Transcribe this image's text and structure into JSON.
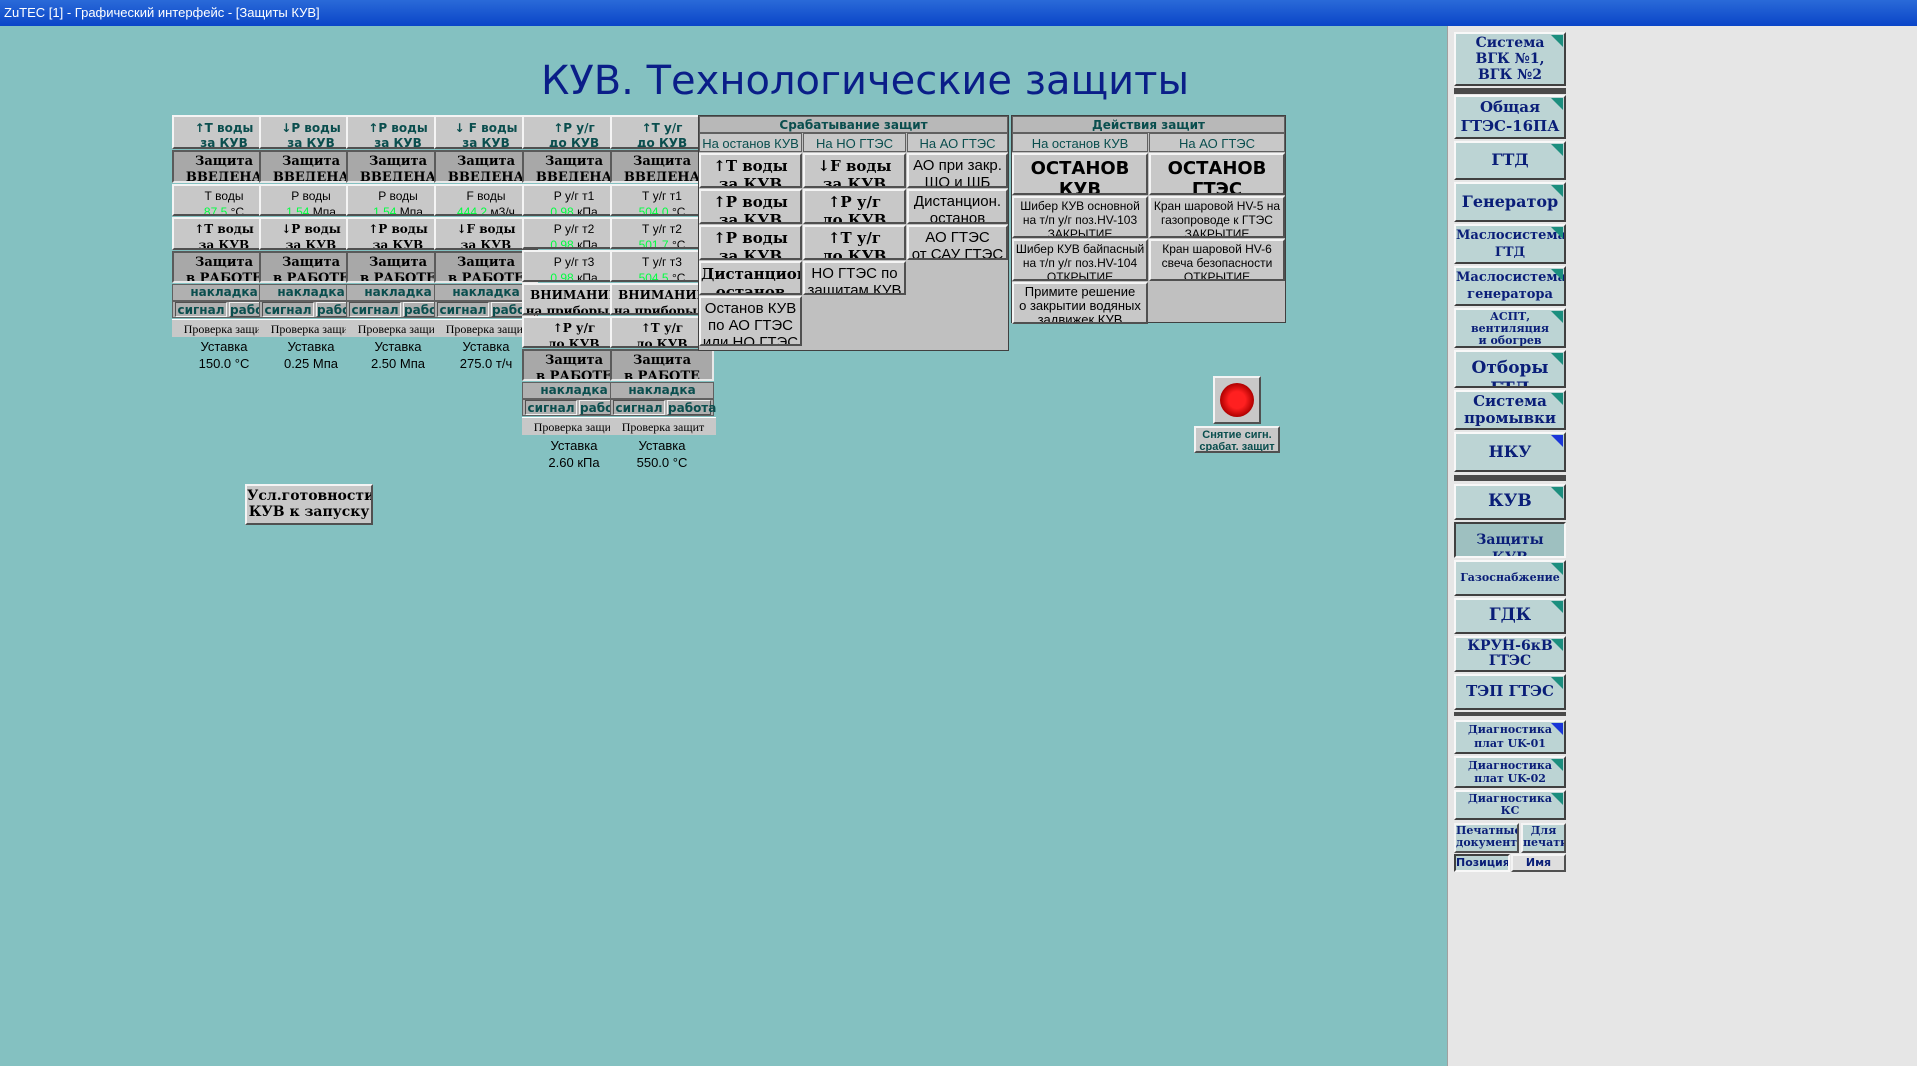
{
  "window": {
    "title": "ZuTEC [1] - Графический интерфейс - [Защиты КУВ]"
  },
  "page_title": "КУВ. Технологические защиты",
  "protections": [
    {
      "header": [
        "↑T воды",
        "за КУВ"
      ],
      "status1": [
        "Защита",
        "ВВЕДЕНА"
      ],
      "meas_label": "Т воды",
      "meas_value": "87.5",
      "meas_unit": "°С",
      "trip": [
        "↑T воды",
        "за КУВ"
      ],
      "status2": [
        "Защита",
        "в РАБОТЕ"
      ],
      "setpoint_label": "Уставка",
      "setpoint_value": "150.0",
      "setpoint_unit": "°С"
    },
    {
      "header": [
        "↓P воды",
        "за КУВ"
      ],
      "status1": [
        "Защита",
        "ВВЕДЕНА"
      ],
      "meas_label": "Р воды",
      "meas_value": "1.54",
      "meas_unit": "Мпа",
      "trip": [
        "↓P воды",
        "за КУВ"
      ],
      "status2": [
        "Защита",
        "в РАБОТЕ"
      ],
      "setpoint_label": "Уставка",
      "setpoint_value": "0.25",
      "setpoint_unit": "Мпа"
    },
    {
      "header": [
        "↑P воды",
        "за КУВ"
      ],
      "status1": [
        "Защита",
        "ВВЕДЕНА"
      ],
      "meas_label": "Р воды",
      "meas_value": "1.54",
      "meas_unit": "Мпа",
      "trip": [
        "↑P воды",
        "за КУВ"
      ],
      "status2": [
        "Защита",
        "в РАБОТЕ"
      ],
      "setpoint_label": "Уставка",
      "setpoint_value": "2.50",
      "setpoint_unit": "Мпа"
    },
    {
      "header": [
        "↓ F воды",
        "за КУВ"
      ],
      "status1": [
        "Защита",
        "ВВЕДЕНА"
      ],
      "meas_label": "F воды",
      "meas_value": "444.2",
      "meas_unit": "м3/ч",
      "trip": [
        "↓F воды",
        "за КУВ"
      ],
      "status2": [
        "Защита",
        "в РАБОТЕ"
      ],
      "setpoint_label": "Уставка",
      "setpoint_value": "275.0",
      "setpoint_unit": "т/ч"
    }
  ],
  "protections2": [
    {
      "header": [
        "↑P у/г",
        "до КУВ"
      ],
      "status1": [
        "Защита",
        "ВВЕДЕНА"
      ],
      "meas": [
        {
          "label": "Р у/г т1",
          "value": "0.98",
          "unit": "кПа"
        },
        {
          "label": "Р у/г т2",
          "value": "0.98",
          "unit": "кПа"
        },
        {
          "label": "Р у/г т3",
          "value": "0.98",
          "unit": "кПа"
        }
      ],
      "attention": [
        "ВНИМАНИЕ",
        "на приборы Р"
      ],
      "trip": [
        "↑P у/г",
        "до КУВ"
      ],
      "status2": [
        "Защита",
        "в РАБОТЕ"
      ],
      "setpoint_label": "Уставка",
      "setpoint_value": "2.60",
      "setpoint_unit": "кПа"
    },
    {
      "header": [
        "↑T у/г",
        "до КУВ"
      ],
      "status1": [
        "Защита",
        "ВВЕДЕНА"
      ],
      "meas": [
        {
          "label": "Т у/г т1",
          "value": "504.0",
          "unit": "°С"
        },
        {
          "label": "Т у/г т2",
          "value": "501.7",
          "unit": "°С"
        },
        {
          "label": "Т у/г т3",
          "value": "504.5",
          "unit": "°С"
        }
      ],
      "attention": [
        "ВНИМАНИЕ",
        "на приборы Т"
      ],
      "trip": [
        "↑T у/г",
        "до КУВ"
      ],
      "status2": [
        "Защита",
        "в РАБОТЕ"
      ],
      "setpoint_label": "Уставка",
      "setpoint_value": "550.0",
      "setpoint_unit": "°С"
    }
  ],
  "common": {
    "nakladka": "накладка",
    "signal": "сигнал",
    "rabota": "работа",
    "check": "Проверка защит"
  },
  "trip_section": {
    "title": "Срабатывание защит",
    "cols": [
      {
        "title": "На останов КУВ",
        "items": [
          [
            "↑T воды",
            "за КУВ"
          ],
          [
            "↑P воды",
            "за КУВ"
          ],
          [
            "↑P воды",
            "за КУВ"
          ],
          [
            "Дистанцион.",
            "останов КУВ"
          ],
          [
            "Останов КУВ",
            "по АО ГТЭС",
            "или НО ГТЭС"
          ]
        ]
      },
      {
        "title": "На НО ГТЭС",
        "items": [
          [
            "↓F воды",
            "за КУВ"
          ],
          [
            "↑P у/г",
            "до КУВ"
          ],
          [
            "↑T у/г",
            "до КУВ"
          ],
          [
            "НО ГТЭС по",
            "защитам КУВ"
          ]
        ]
      },
      {
        "title": "На АО ГТЭС",
        "items": [
          [
            "АО при закр.",
            "ШО и ШБ КУВ"
          ],
          [
            "Дистанцион.",
            "останов ГТЭС"
          ],
          [
            "АО ГТЭС",
            "от САУ ГТЭС"
          ]
        ]
      }
    ]
  },
  "action_section": {
    "title": "Действия защит",
    "cols": [
      {
        "title": "На останов КУВ",
        "main": [
          "ОСТАНОВ",
          "КУВ"
        ],
        "items": [
          [
            "Шибер КУВ основной",
            "на т/п у/г поз.HV-103",
            "ЗАКРЫТИЕ"
          ],
          [
            "Шибер КУВ байпасный",
            "на т/п у/г поз.HV-104",
            "ОТКРЫТИЕ"
          ],
          [
            "Примите решение",
            "о закрытии водяных",
            "задвижек КУВ"
          ]
        ]
      },
      {
        "title": "На АО ГТЭС",
        "main": [
          "ОСТАНОВ",
          "ГТЭС"
        ],
        "items": [
          [
            "Кран шаровой HV-5 на",
            "газопроводе к ГТЭС",
            "ЗАКРЫТИЕ"
          ],
          [
            "Кран шаровой HV-6",
            "свеча безопасности",
            "ОТКРЫТИЕ"
          ]
        ]
      }
    ]
  },
  "reset_button": {
    "label": [
      "Снятие сигн.",
      "срабат. защит"
    ]
  },
  "ready_button": {
    "label": [
      "Усл.готовности",
      "КУВ к запуску"
    ]
  },
  "nav": [
    {
      "label": [
        "Система",
        "ВГК №1,",
        "ВГК №2"
      ]
    },
    {
      "label": [
        "Общая",
        "ГТЭС-16ПА"
      ]
    },
    {
      "label": [
        "ГТД"
      ]
    },
    {
      "label": [
        "Генератор"
      ]
    },
    {
      "label": [
        "Маслосистема",
        "ГТД"
      ]
    },
    {
      "label": [
        "Маслосистема",
        "генератора"
      ]
    },
    {
      "label": [
        "АСПТ,",
        "вентиляция",
        "и обогрев"
      ]
    },
    {
      "label": [
        "Отборы ГТД"
      ]
    },
    {
      "label": [
        "Система",
        "промывки"
      ]
    },
    {
      "label": [
        "НКУ"
      ]
    },
    {
      "label": [
        "КУВ"
      ]
    },
    {
      "label": [
        "Защиты КУВ"
      ]
    },
    {
      "label": [
        "Газоснабжение"
      ]
    },
    {
      "label": [
        "ГДК"
      ]
    },
    {
      "label": [
        "КРУН-6кВ",
        "ГТЭС"
      ]
    },
    {
      "label": [
        "ТЭП ГТЭС"
      ]
    },
    {
      "label": [
        "Диагностика",
        "плат UK-01"
      ]
    },
    {
      "label": [
        "Диагностика",
        "плат UK-02"
      ]
    },
    {
      "label": [
        "Диагностика",
        "КС"
      ]
    }
  ],
  "bottom_buttons": {
    "print_docs": [
      "Печатные",
      "документы"
    ],
    "for_print": [
      "Для",
      "печати"
    ],
    "position": "Позиция",
    "name": "Имя"
  },
  "colors": {
    "background": "#84c1c1",
    "value_green": "#00ff40",
    "title_blue": "#0a1e88",
    "nav_text": "#0a1e78",
    "indicator_red": "#e01010"
  }
}
